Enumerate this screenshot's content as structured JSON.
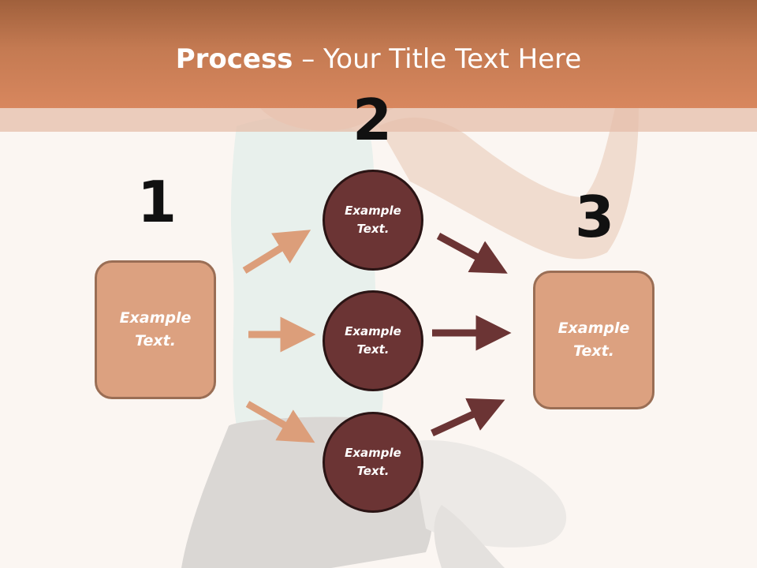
{
  "slide": {
    "title_bold": "Process",
    "title_rest": " – Your Title Text Here"
  },
  "steps": {
    "n1": "1",
    "n2": "2",
    "n3": "3"
  },
  "left_box": {
    "text": "Example\nText."
  },
  "right_box": {
    "text": "Example\nText."
  },
  "circles": [
    {
      "text": "Example\nText."
    },
    {
      "text": "Example\nText."
    },
    {
      "text": "Example\nText."
    }
  ],
  "colors": {
    "header": "#c47a52",
    "box_fill": "#dca180",
    "circle_fill": "#6b3434",
    "arrow_light": "#dc9e7a",
    "arrow_dark": "#6b3434"
  }
}
